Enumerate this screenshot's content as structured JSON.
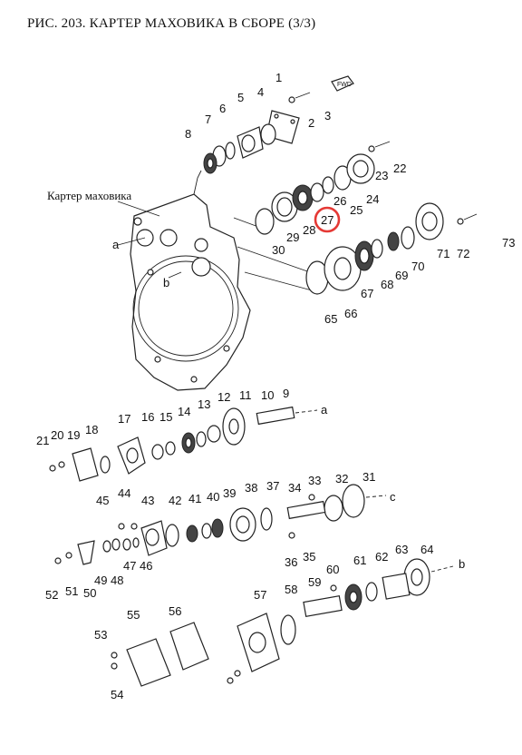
{
  "title": "РИС. 203. КАРТЕР МАХОВИКА В СБОРЕ (3/3)",
  "housing_label": "Картер маховика",
  "arrow_tag": "FWD",
  "highlight": {
    "part": "27",
    "color": "#e53935"
  },
  "leaders": {
    "a": "a",
    "b": "b",
    "c": "c"
  },
  "parts": {
    "p1": "1",
    "p2": "2",
    "p3": "3",
    "p4": "4",
    "p5": "5",
    "p6": "6",
    "p7": "7",
    "p8": "8",
    "p9": "9",
    "p10": "10",
    "p11": "11",
    "p12": "12",
    "p13": "13",
    "p14": "14",
    "p15": "15",
    "p16": "16",
    "p17": "17",
    "p18": "18",
    "p19": "19",
    "p20": "20",
    "p21": "21",
    "p22": "22",
    "p23": "23",
    "p24": "24",
    "p25": "25",
    "p26": "26",
    "p27": "27",
    "p28": "28",
    "p29": "29",
    "p30": "30",
    "p31": "31",
    "p32": "32",
    "p33": "33",
    "p34": "34",
    "p35": "35",
    "p36": "36",
    "p37": "37",
    "p38": "38",
    "p39": "39",
    "p40": "40",
    "p41": "41",
    "p42": "42",
    "p43": "43",
    "p44": "44",
    "p45": "45",
    "p46": "46",
    "p47": "47",
    "p48": "48",
    "p49": "49",
    "p50": "50",
    "p51": "51",
    "p52": "52",
    "p53": "53",
    "p54": "54",
    "p55": "55",
    "p56": "56",
    "p57": "57",
    "p58": "58",
    "p59": "59",
    "p60": "60",
    "p61": "61",
    "p62": "62",
    "p63": "63",
    "p64": "64",
    "p65": "65",
    "p66": "66",
    "p67": "67",
    "p68": "68",
    "p69": "69",
    "p70": "70",
    "p71": "71",
    "p72": "72",
    "p73": "73"
  }
}
